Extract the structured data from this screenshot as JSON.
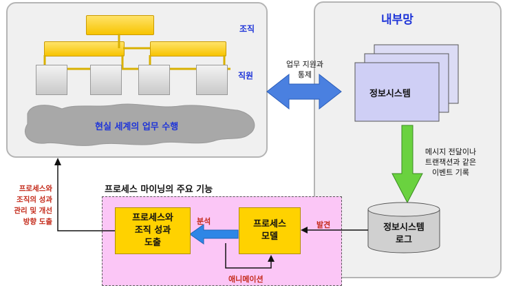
{
  "org": {
    "label_org": "조직",
    "label_staff": "직원",
    "cloud_text": "현실 세계의 업무 수행"
  },
  "internal": {
    "title": "내부망",
    "system": "정보시스템",
    "log_line1": "정보시스템",
    "log_line2": "로그"
  },
  "arrows": {
    "support_line1": "업무 지원과",
    "support_line2": "통제",
    "event_line1": "메시지 전달이나",
    "event_line2": "트랜잭션과 같은",
    "event_line3": "이벤트 기록",
    "discovery": "발견",
    "analysis": "분석",
    "animation": "애니메이션"
  },
  "mining": {
    "title": "프로세스 마이닝의 주요 기능",
    "model_line1": "프로세스",
    "model_line2": "모델",
    "out_line1": "프로세스와",
    "out_line2": "조직 성과",
    "out_line3": "도출"
  },
  "left_note": {
    "line1": "프로세스와",
    "line2": "조직의 성과",
    "line3": "관리 및 개선",
    "line4": "방향 도출"
  }
}
